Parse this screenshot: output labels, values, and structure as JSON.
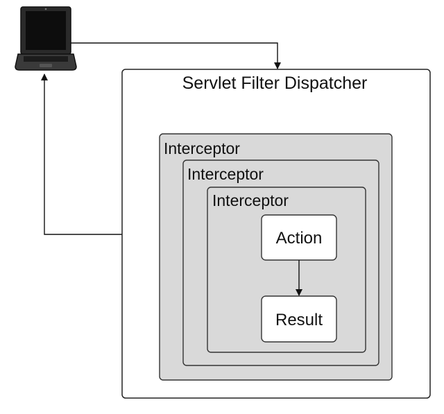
{
  "diagram": {
    "client_icon": "laptop-icon",
    "dispatcher": {
      "label": "Servlet Filter Dispatcher"
    },
    "interceptors": [
      {
        "label": "Interceptor"
      },
      {
        "label": "Interceptor"
      },
      {
        "label": "Interceptor"
      }
    ],
    "action": {
      "label": "Action"
    },
    "result": {
      "label": "Result"
    },
    "colors": {
      "interceptor_fill": "#d9d9d9",
      "box_fill": "#ffffff",
      "stroke": "#222222"
    }
  }
}
